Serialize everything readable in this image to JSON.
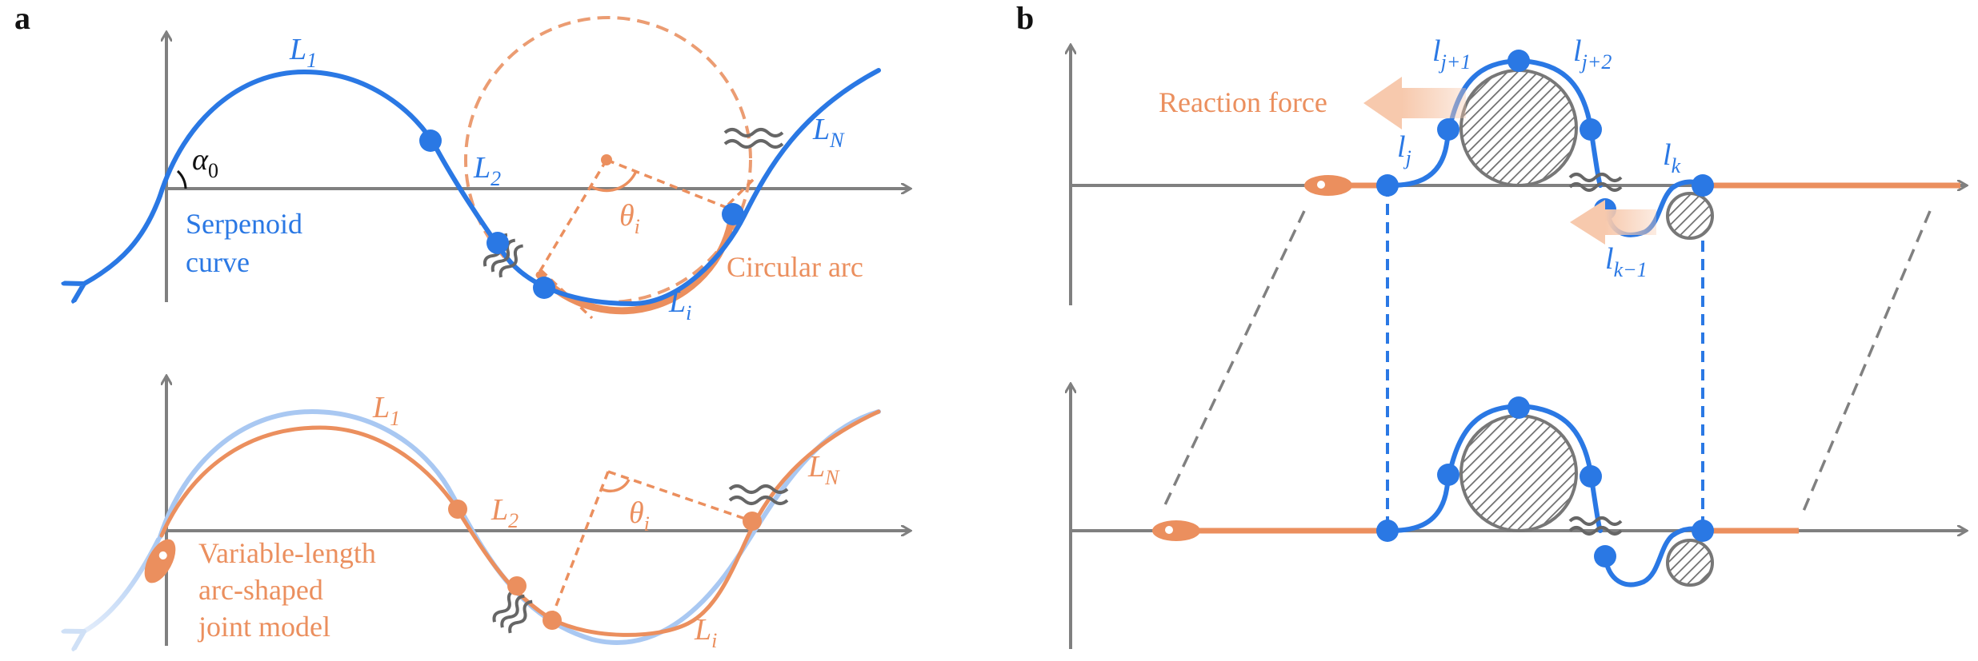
{
  "colors": {
    "serpenoid_blue": "#2a78e4",
    "light_blue": "#a9c8f2",
    "arc_orange": "#eb8f5e",
    "light_orange": "#f5c4a6",
    "axis_gray": "#808080",
    "hatch_gray": "#7a7a7a"
  },
  "panel_a": {
    "letter": "a",
    "top": {
      "L1": "L",
      "L1_sub": "1",
      "L2": "L",
      "L2_sub": "2",
      "Li": "L",
      "Li_sub": "i",
      "LN": "L",
      "LN_sub": "N",
      "alpha": "α",
      "alpha_sub": "0",
      "theta": "θ",
      "theta_sub": "i",
      "serpenoid_line1": "Serpenoid",
      "serpenoid_line2": "curve",
      "circular_arc": "Circular arc"
    },
    "bottom": {
      "L1": "L",
      "L1_sub": "1",
      "L2": "L",
      "L2_sub": "2",
      "Li": "L",
      "Li_sub": "i",
      "LN": "L",
      "LN_sub": "N",
      "theta": "θ",
      "theta_sub": "i",
      "model_line1": "Variable-length",
      "model_line2": "arc-shaped",
      "model_line3": "joint model"
    }
  },
  "panel_b": {
    "letter": "b",
    "reaction_force": "Reaction force",
    "lj": "l",
    "lj_sub": "j",
    "lj1": "l",
    "lj1_sub": "j+1",
    "lj2": "l",
    "lj2_sub": "j+2",
    "lk": "l",
    "lk_sub": "k",
    "lk1": "l",
    "lk1_sub": "k−1"
  },
  "icons": {
    "break_mark": "wavy-break-icon",
    "obstacle": "hatched-obstacle-icon",
    "snake_head": "snake-head-icon",
    "force_arrow": "force-arrow-icon"
  }
}
